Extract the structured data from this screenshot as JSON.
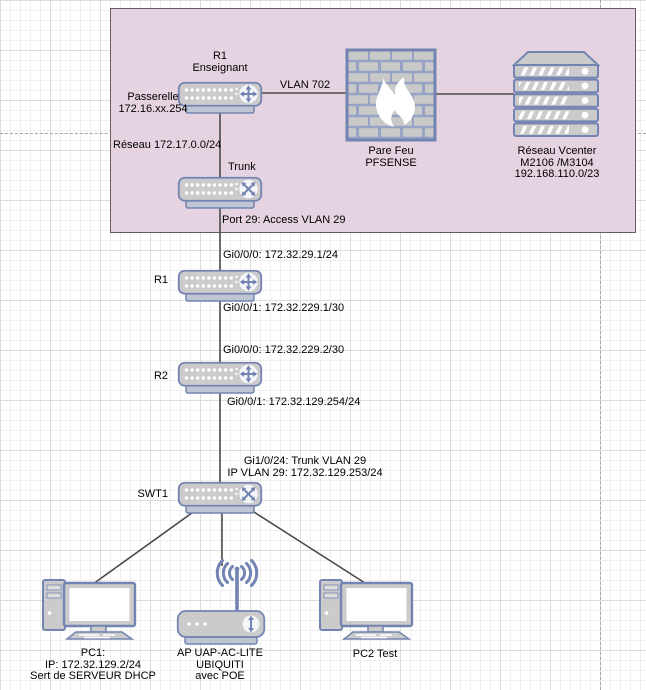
{
  "diagram": {
    "zone_enseignant": {
      "router_top": {
        "name": "R1",
        "subtitle": "Enseignant"
      },
      "gateway": {
        "line1": "Passerelle",
        "line2": "172.16.xx.254"
      },
      "link_vlan": "VLAN 702",
      "network_label": "Réseau 172.17.0.0/24",
      "firewall": {
        "line1": "Pare Feu",
        "line2": "PFSENSE"
      },
      "vcenter": {
        "line1": "Réseau Vcenter",
        "line2": "M2106 /M3104",
        "line3": "192.168.110.0/23"
      },
      "trunk_switch": "Trunk",
      "port29": "Port 29: Access VLAN 29"
    },
    "core": {
      "r1_gi000": "Gi0/0/0: 172.32.29.1/24",
      "r1": "R1",
      "r1_gi001": "Gi0/0/1: 172.32.229.1/30",
      "r2_gi000": "Gi0/0/0: 172.32.229.2/30",
      "r2": "R2",
      "r2_gi001": "Gi0/0/1: 172.32.129.254/24",
      "swt1_trunk": "Gi1/0/24: Trunk VLAN 29",
      "swt1_ip": "IP VLAN 29: 172.32.129.253/24",
      "swt1": "SWT1"
    },
    "edge": {
      "pc1": {
        "line1": "PC1:",
        "line2": "IP: 172.32.129.2/24",
        "line3": "Sert de SERVEUR DHCP"
      },
      "ap": {
        "line1": "AP UAP-AC-LITE",
        "line2": "UBIQUITI",
        "line3": "avec POE"
      },
      "pc2": "PC2 Test"
    },
    "colors": {
      "zone_fill": "#e6d3e1",
      "zone_stroke": "#6a5a64",
      "device_stroke": "#7384b2",
      "device_fill": "#cbcbcb",
      "firewall_mortar": "#97a3c4",
      "link_line": "#4a4a4a"
    }
  }
}
